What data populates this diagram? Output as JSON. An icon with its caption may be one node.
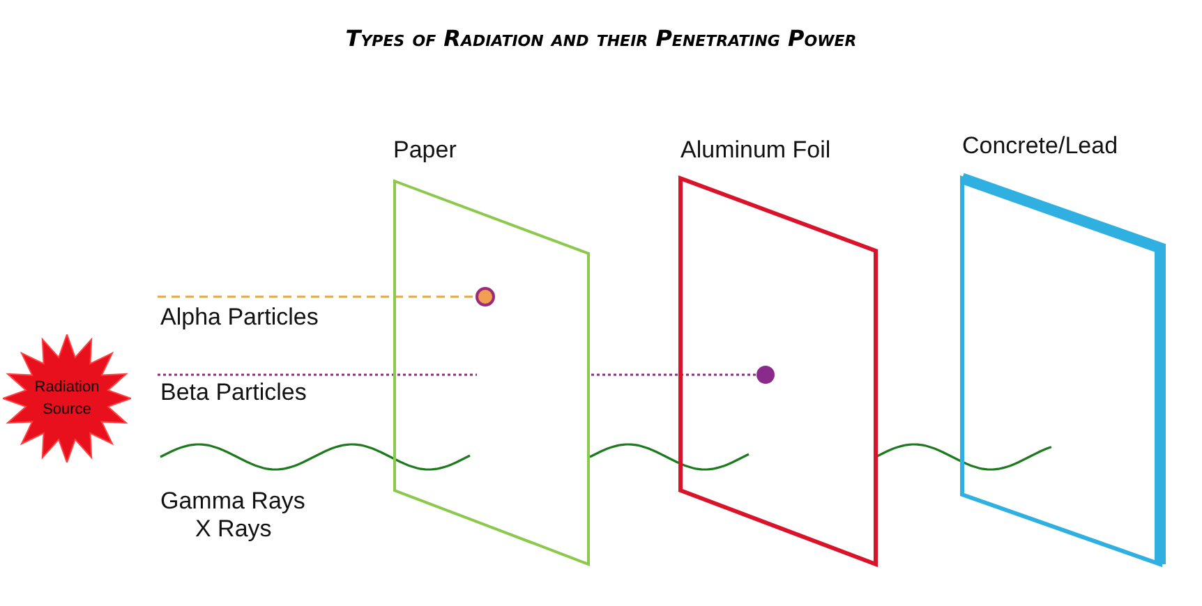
{
  "diagram": {
    "title": "Types of Radiation and their Penetrating Power",
    "nodes": [
      {
        "text": [
          "Radiation Source"
        ]
      },
      {
        "text": [
          "Paper"
        ]
      },
      {
        "text": [
          "Aluminum Foil"
        ]
      },
      {
        "text": [
          "Concrete/Lead"
        ]
      }
    ],
    "labels": [
      "Alpha Particles",
      "Beta Particles",
      "Gamma Rays",
      "X Rays"
    ]
  }
}
